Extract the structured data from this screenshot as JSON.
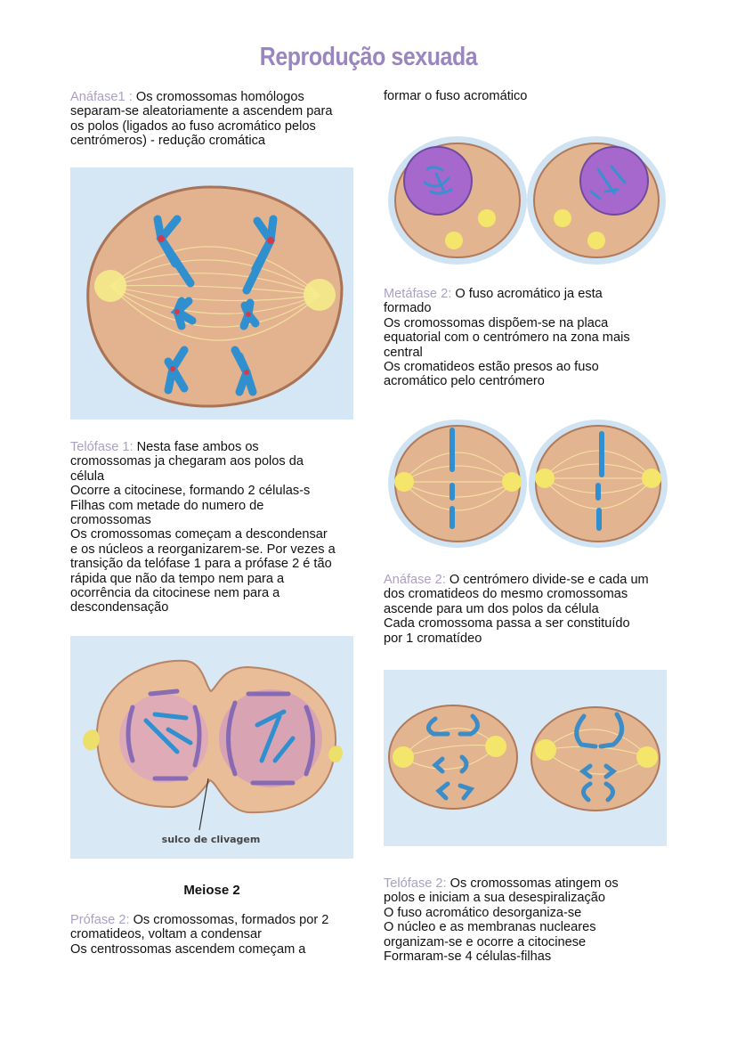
{
  "page": {
    "title": "Reprodução sexuada"
  },
  "left_column": {
    "anafase1": {
      "label": "Anáfase1 : ",
      "lines": [
        "Os cromossomas homólogos",
        "separam-se aleatoriamente a ascendem para",
        "os polos (ligados ao fuso acromático pelos",
        "centrómeros) - redução cromática"
      ]
    },
    "telofase1": {
      "label": "Telófase 1: ",
      "lines": [
        "Nesta fase ambos os",
        "cromossomas ja chegaram aos polos da",
        "célula",
        "Ocorre a citocinese, formando 2 células-s",
        "Filhas com metade do numero de",
        "cromossomas",
        "Os cromossomas começam a descondensar",
        "e os núcleos a reorganizarem-se. Por vezes a",
        "transição da telófase 1 para a prófase 2 é tão",
        "rápida que não da tempo nem  para a",
        "ocorrência da citocinese nem para a",
        "descondensação"
      ]
    },
    "figure_telofase1": {
      "caption": "sulco de clivagem"
    },
    "meiose2_heading": "Meiose 2",
    "profase2": {
      "label": "Prófase 2: ",
      "lines": [
        "Os cromossomas, formados por 2",
        "cromatideos, voltam a condensar",
        "Os centrossomas ascendem começam a"
      ]
    }
  },
  "right_column": {
    "profase2_continued": "formar o fuso acromático",
    "metafase2": {
      "label": "Metáfase 2: ",
      "lines": [
        "O fuso acromático ja esta",
        "formado",
        "Os cromossomas dispõem-se na placa",
        "equatorial com o centrómero na zona mais",
        "central",
        "Os cromatideos estão presos ao fuso",
        "acromático pelo centrómero"
      ]
    },
    "anafase2": {
      "label": "Anáfase 2: ",
      "lines": [
        "O centrómero divide-se e cada um",
        "dos cromatideos do mesmo cromossomas",
        "ascende para um dos polos da célula",
        "Cada cromossoma passa a ser constituído",
        "por 1 cromatídeo"
      ]
    },
    "telofase2": {
      "label": "Telófase 2: ",
      "lines": [
        "Os cromossomas atingem os",
        "polos e iniciam a sua desespiralização",
        "O fuso acromático desorganiza-se",
        "O núcleo e as membranas nucleares",
        "organizam-se e ocorre a citocinese",
        "Formaram-se 4 células-filhas"
      ]
    }
  },
  "colors": {
    "title": "#9a86bf",
    "phase_label": "#ab9fc6",
    "figure_background": "#d5e6f5",
    "cytoplasm": "#e2b38e",
    "chromosome": "#2f8fcf",
    "centrosome": "#f3e66a",
    "nucleus": "#a86ed0"
  }
}
